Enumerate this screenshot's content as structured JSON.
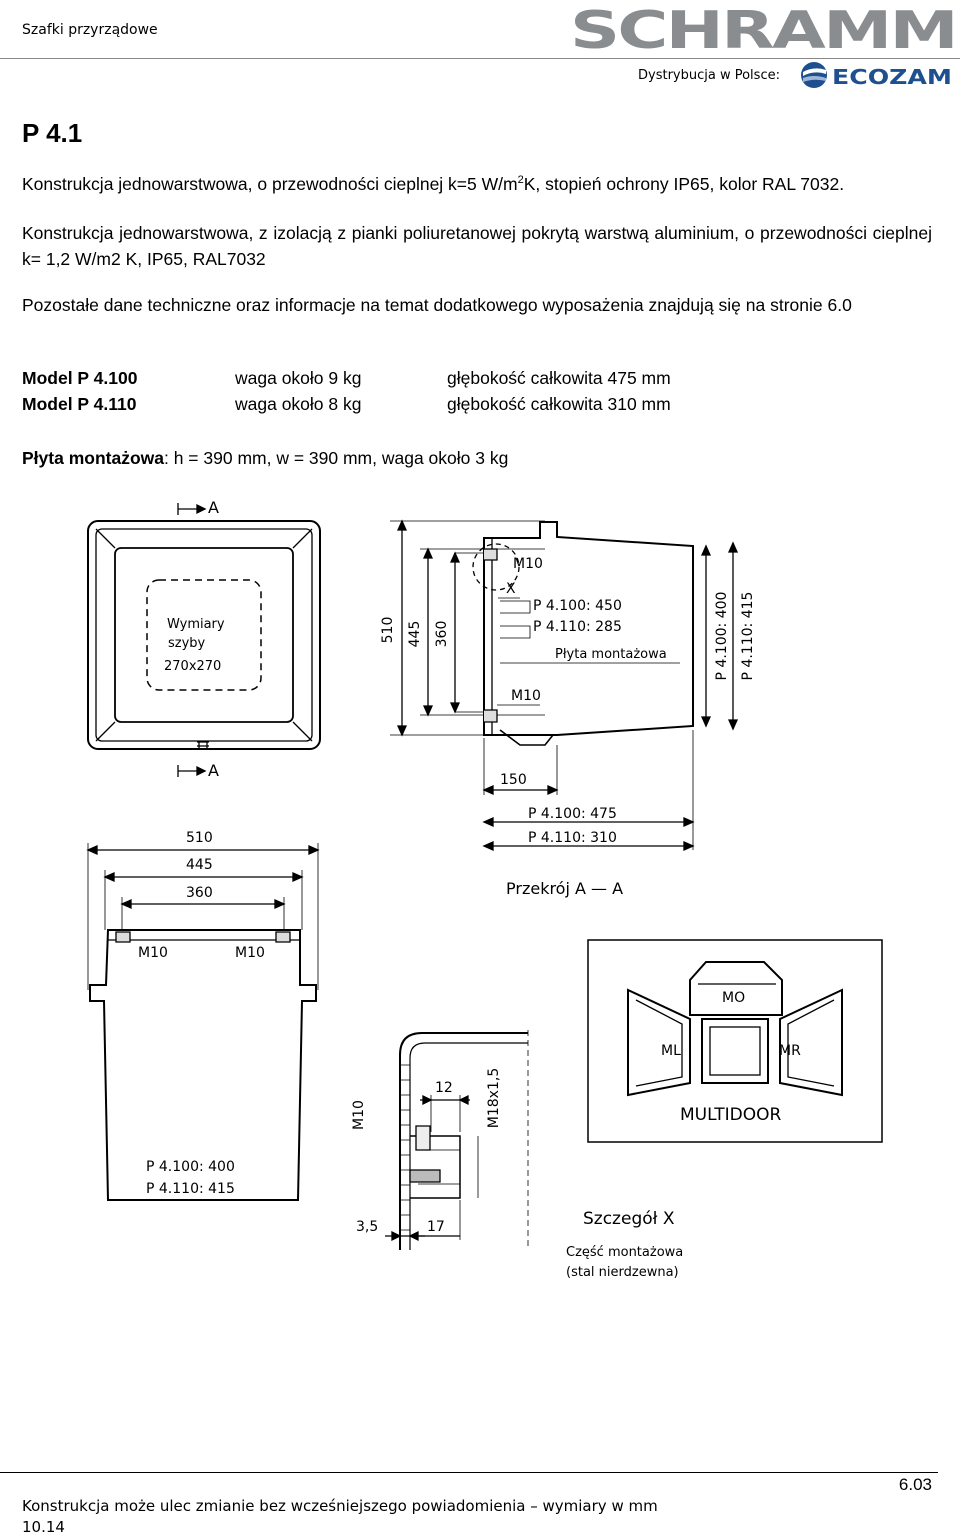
{
  "header": {
    "category": "Szafki przyrządowe",
    "brand": "SCHRAMM",
    "distribution_label": "Dystrybucja w Polsce:",
    "distributor": "ECOZAM"
  },
  "title": "P 4.1",
  "paragraphs": {
    "p1_a": "Konstrukcja jednowarstwowa, o przewodności cieplnej k=5 W/m",
    "p1_sup": "2",
    "p1_b": "K, stopień ochrony IP65, kolor RAL 7032.",
    "p2": "Konstrukcja jednowarstwowa, z izolacją z pianki poliuretanowej pokrytą warstwą aluminium, o przewodności cieplnej k= 1,2 W/m2 K, IP65, RAL7032",
    "p3": "Pozostałe dane techniczne oraz informacje na temat dodatkowego wyposażenia znajdują się na stronie 6.0"
  },
  "models": [
    {
      "model": "Model P 4.100",
      "weight": "waga około 9 kg",
      "depth": "głębokość całkowita 475 mm"
    },
    {
      "model": "Model P 4.110",
      "weight": "waga około 8 kg",
      "depth": "głębokość całkowita 310 mm"
    }
  ],
  "mounting_plate": {
    "label": "Płyta montażowa",
    "value": ": h = 390 mm, w = 390 mm, waga około 3 kg"
  },
  "drawing": {
    "section_mark": "A",
    "glass_label": [
      "Wymiary",
      "szyby",
      "270x270"
    ],
    "dims_vertical": [
      "510",
      "445",
      "360"
    ],
    "thread": "M10",
    "detail_mark": "X",
    "p4100_450": "P  4.100:  450",
    "p4110_285": "P  4.110:  285",
    "plate_label": "Płyta montażowa",
    "side_p4100": "P 4.100: 400",
    "side_p4110": "P 4.110: 415",
    "dim_150": "150",
    "depth_p4100": "P  4.100:  475",
    "depth_p4110": "P  4.110:  310",
    "section_title": "Przekrój  A  —  A",
    "dims_horizontal": [
      "510",
      "445",
      "360"
    ],
    "bottom_p4100": "P  4.100:  400",
    "bottom_p4110": "P  4.110:  415",
    "detail_12": "12",
    "detail_thread": "M18x1,5",
    "detail_35": "3,5",
    "detail_17": "17",
    "detail_title": "Szczegół  X",
    "detail_part": "Część  montażowa",
    "detail_material": "(stal  nierdzewna)",
    "door_mo": "MO",
    "door_ml": "ML",
    "door_mr": "MR",
    "multidoor": "MULTIDOOR"
  },
  "footer": {
    "page": "6.03",
    "note": "Konstrukcja może ulec zmianie bez wcześniejszego powiadomienia – wymiary w mm",
    "date": "10.14"
  }
}
